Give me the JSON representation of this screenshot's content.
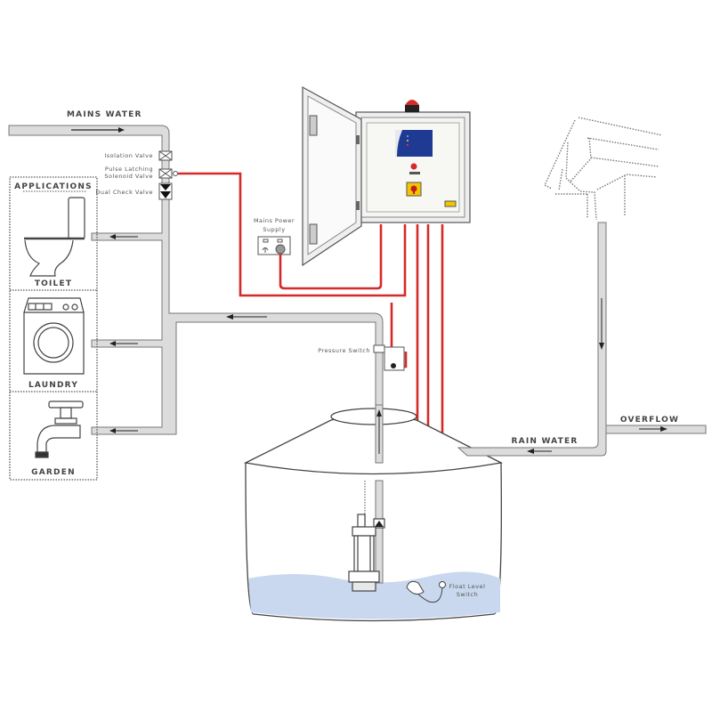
{
  "diagram": {
    "title": "Rainwater harvesting system with mains water backup",
    "labels": {
      "mains_water": "MAINS WATER",
      "isolation_valve": "Isolation Valve",
      "solenoid_valve_line1": "Pulse Latching",
      "solenoid_valve_line2": "Solenoid Valve",
      "dual_check_valve": "Dual Check Valve",
      "mains_power_line1": "Mains Power",
      "mains_power_line2": "Supply",
      "pressure_switch": "Pressure Switch",
      "rain_water": "RAIN WATER",
      "overflow": "OVERFLOW",
      "float_switch_line1": "Float Level",
      "float_switch_line2": "Switch"
    },
    "applications": {
      "heading": "APPLICATIONS",
      "items": [
        {
          "label": "TOILET",
          "icon": "toilet-icon"
        },
        {
          "label": "LAUNDRY",
          "icon": "washing-machine-icon"
        },
        {
          "label": "GARDEN",
          "icon": "garden-tap-icon"
        }
      ]
    },
    "components": [
      "control-panel",
      "warning-beacon",
      "submersible-pump",
      "rainwater-tank",
      "roof-gutter",
      "downpipe"
    ],
    "colors": {
      "pipe": "#dcdcdc",
      "wire": "#d42a2a",
      "water": "#c9d8ee",
      "panel_display": "#1f3a93",
      "isolator": "#f2c500",
      "beacon": "#d42a2a"
    }
  }
}
